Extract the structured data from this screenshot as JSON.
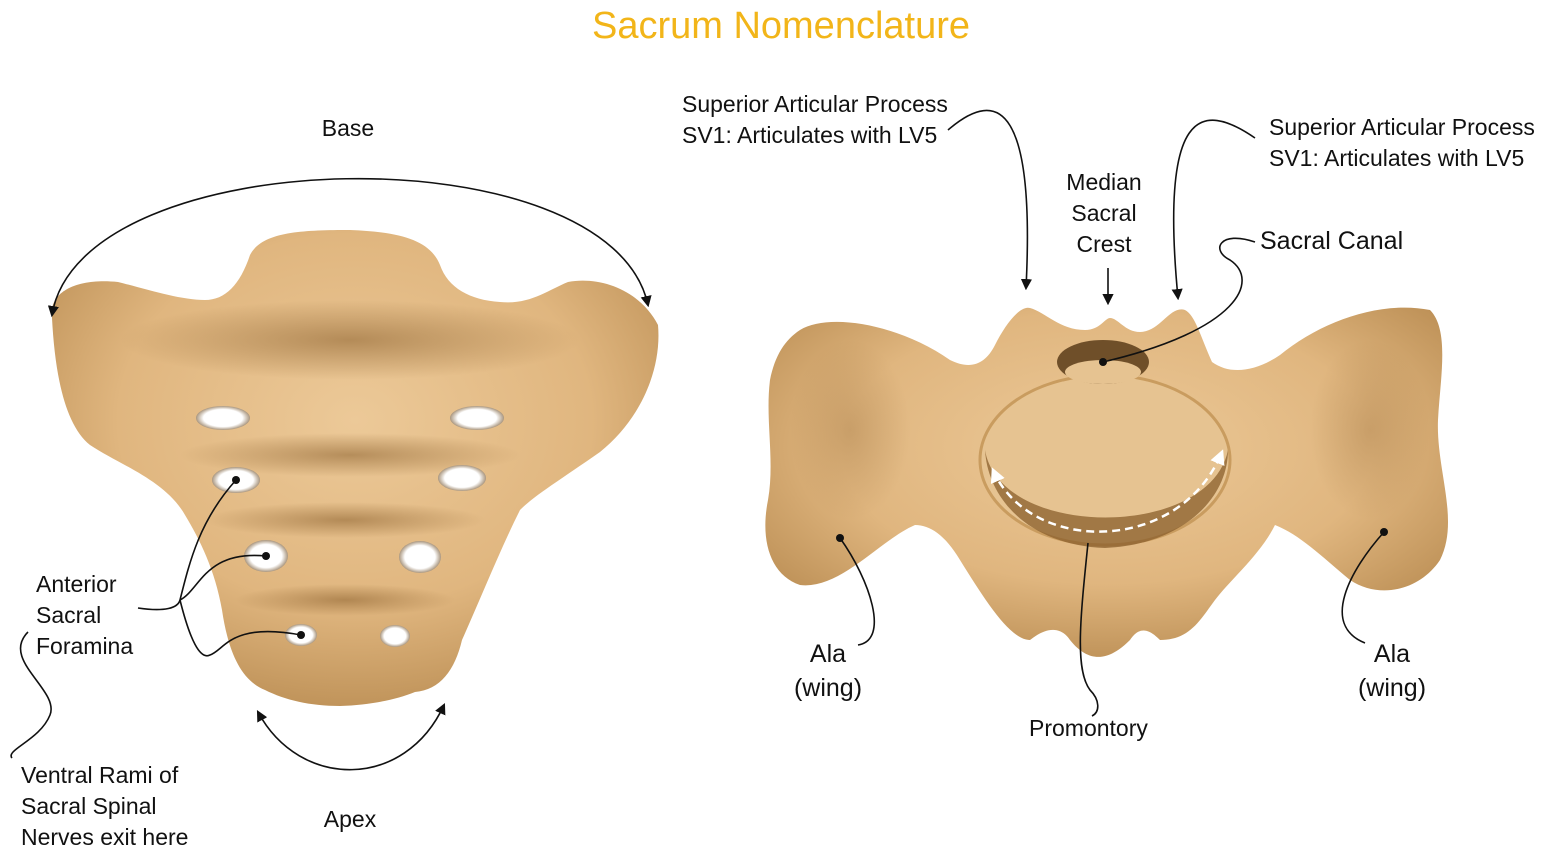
{
  "title": "Sacrum Nomenclature",
  "colors": {
    "title": "#f2b519",
    "bone": "#e3bc86",
    "bone_shadow": "#b88a4f",
    "bone_dark": "#7a5426",
    "line": "#111111",
    "arrow_dashed": "#ffffff"
  },
  "left_view": {
    "base_label": "Base",
    "apex_label": "Apex",
    "foramina_label": [
      "Anterior",
      "Sacral",
      "Foramina"
    ],
    "rami_label": [
      "Ventral Rami of",
      "Sacral Spinal",
      "Nerves exit here"
    ]
  },
  "right_view": {
    "sap_left_label": [
      "Superior Articular Process",
      "SV1: Articulates with LV5"
    ],
    "sap_right_label": [
      "Superior Articular Process",
      "SV1: Articulates with LV5"
    ],
    "median_crest_label": [
      "Median",
      "Sacral",
      "Crest"
    ],
    "sacral_canal_label": "Sacral Canal",
    "ala_left_label": [
      "Ala",
      "(wing)"
    ],
    "ala_right_label": [
      "Ala",
      "(wing)"
    ],
    "promontory_label": "Promontory"
  }
}
